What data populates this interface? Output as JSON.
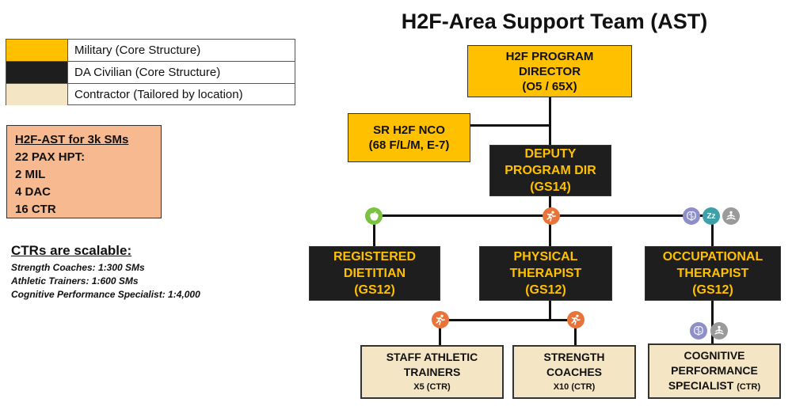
{
  "title": "H2F-Area Support Team (AST)",
  "legend": [
    {
      "label": "Military (Core Structure)",
      "color": "#ffc000"
    },
    {
      "label": "DA Civilian (Core Structure)",
      "color": "#1e1e1e"
    },
    {
      "label": "Contractor (Tailored by location)",
      "color": "#f4e5c4"
    }
  ],
  "summary": {
    "heading": "H2F-AST for 3k SMs",
    "lines": [
      "22 PAX HPT:",
      "2 MIL",
      "4 DAC",
      "16 CTR"
    ]
  },
  "ctr_note": {
    "heading": "CTRs are scalable:",
    "lines": [
      "Strength Coaches: 1:300 SMs",
      "Athletic Trainers: 1:600 SMs",
      "Cognitive Performance Specialist: 1:4,000"
    ]
  },
  "boxes": {
    "director": [
      "H2F PROGRAM",
      "DIRECTOR",
      "(O5 / 65X)"
    ],
    "nco": [
      "SR H2F NCO",
      "(68 F/L/M, E-7)"
    ],
    "deputy": [
      "DEPUTY",
      "PROGRAM DIR",
      "(GS14)"
    ],
    "dietitian": [
      "REGISTERED",
      "DIETITIAN",
      "(GS12)"
    ],
    "pt": [
      "PHYSICAL",
      "THERAPIST",
      "(GS12)"
    ],
    "ot": [
      "OCCUPATIONAL",
      "THERAPIST",
      "(GS12)"
    ],
    "athletic": {
      "l1": "STAFF ATHLETIC",
      "l2": "TRAINERS",
      "l3": "X5 (CTR)"
    },
    "strength": {
      "l1": "STRENGTH",
      "l2": "COACHES",
      "l3": "X10 (CTR)"
    },
    "cognitive": {
      "l1": "COGNITIVE",
      "l2": "PERFORMANCE",
      "l3a": "SPECIALIST",
      "l3b": "(CTR)"
    }
  },
  "icons": {
    "nutrition": "apple-icon",
    "physical": "runner-icon",
    "mental": "brain-icon",
    "sleep": "sleep-icon",
    "spiritual": "meditation-icon",
    "sleep_text": "Zz"
  }
}
